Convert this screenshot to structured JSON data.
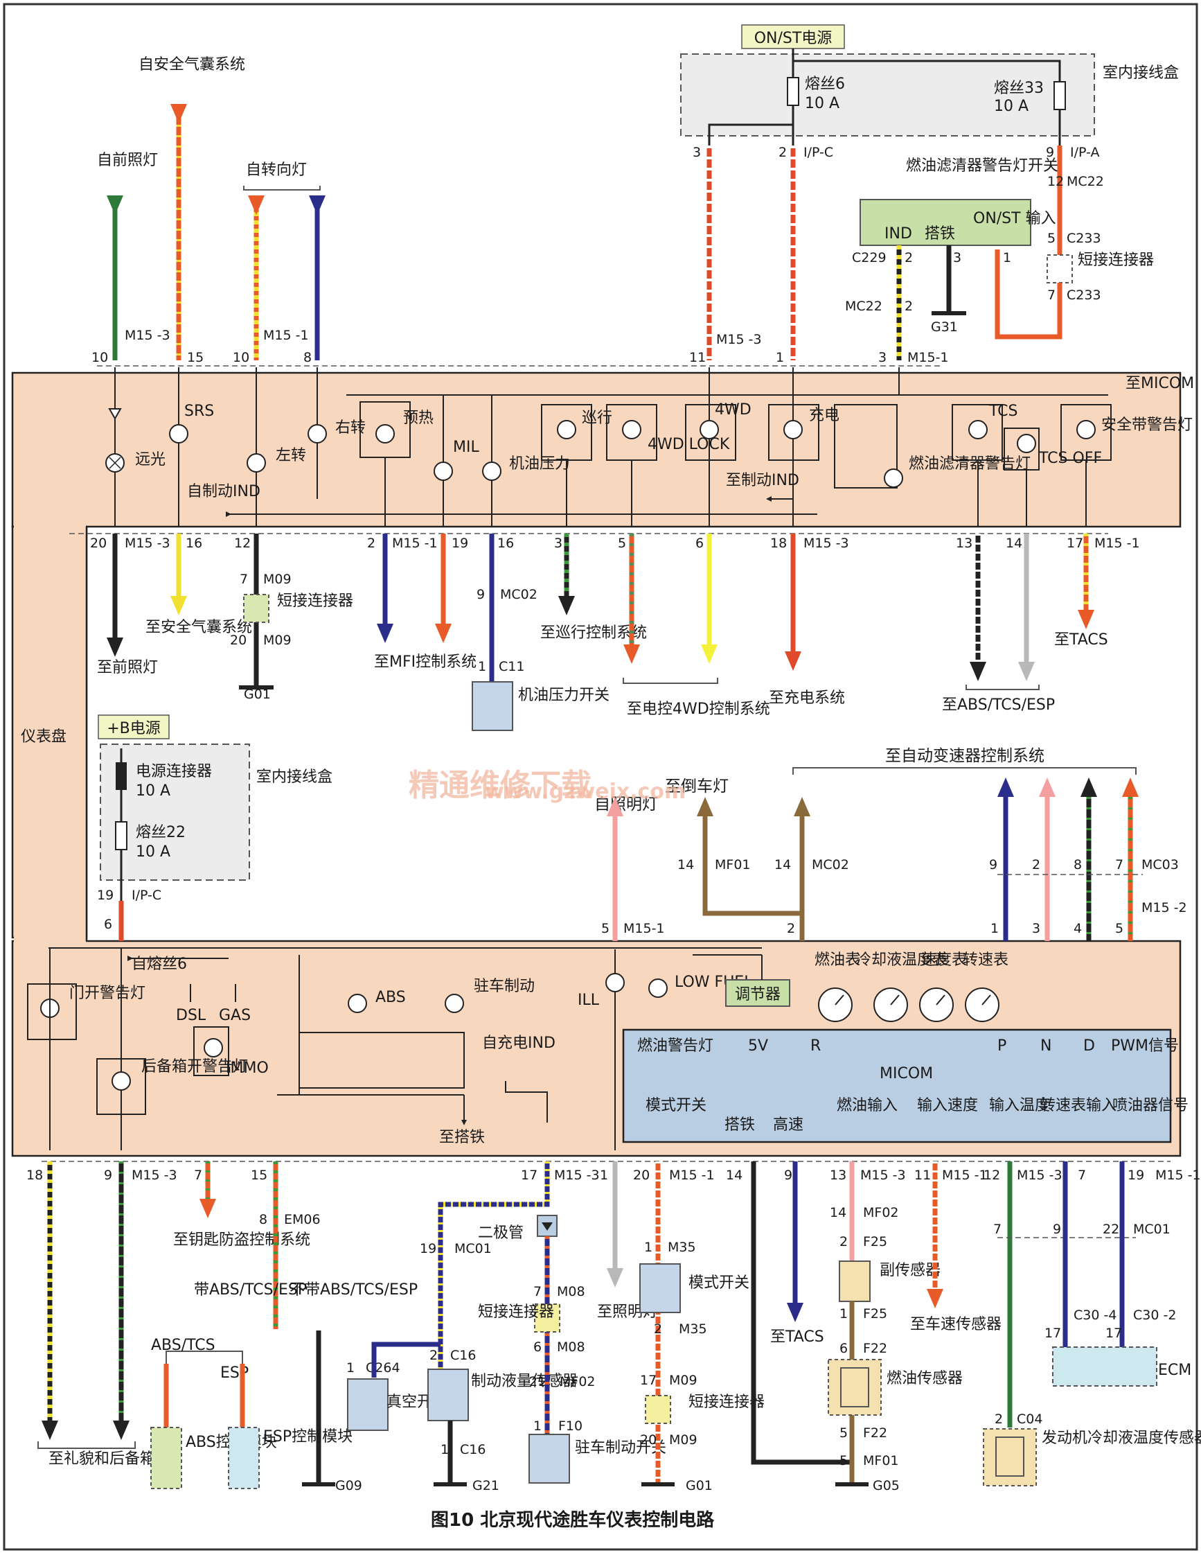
{
  "caption": "图10 北京现代途胜车仪表控制电路",
  "watermark": {
    "line1": "精通维修下载",
    "line2": "www.gzweix.com"
  },
  "colors": {
    "cluster_bg": "#f8d7bf",
    "box_bg": "#d8e4ee",
    "micom_bg": "#b9cde3",
    "label_bg": "#f2f6c4",
    "frame": "#222222"
  },
  "power": {
    "on_st": "ON/ST电源",
    "fuse6": "熔丝6",
    "fuse6_rating": "10 A",
    "fuse33": "熔丝33",
    "fuse33_rating": "10 A",
    "junction_box": "室内接线盒",
    "b_plus": "+B电源",
    "power_connector": "电源连接器",
    "power_connector_rating": "10 A",
    "fuse22": "熔丝22",
    "fuse22_rating": "10 A",
    "junction_box2": "室内接线盒"
  },
  "top": {
    "airbag_from": "自安全气囊系统",
    "headlamp_from": "自前照灯",
    "turn_from": "自转向灯",
    "fuel_filter_switch": "燃油滤清器警告灯开关",
    "switch_terms": {
      "ind": "IND",
      "gnd": "搭铁",
      "onst": "ON/ST 输入"
    },
    "short_connector": "短接连接器",
    "pins": {
      "ipc": "I/P-C",
      "ipa": "I/P-A",
      "mc22": "MC22",
      "c233": "C233",
      "c229": "C229",
      "g31": "G31",
      "m15_3": "M15 -3",
      "m15_1": "M15 -1",
      "m15_1b": "M15-1"
    }
  },
  "cluster_top": {
    "label_cluster": "仪表盘",
    "high_beam": "远光",
    "srs": "SRS",
    "left_turn": "左转",
    "right_turn": "右转",
    "preheat": "预热",
    "mil": "MIL",
    "oil_pressure": "机油压力",
    "cruise": "巡行",
    "lock_4wd": "4WD LOCK",
    "ind_4wd": "4WD",
    "charge": "充电",
    "fuel_filter_warn": "燃油滤清器警告灯",
    "tcs": "TCS",
    "tcs_off": "TCS OFF",
    "seat_belt": "安全带警告灯",
    "to_micom": "至MICOM",
    "auto_brake": "自制动IND",
    "to_brake": "至制动IND"
  },
  "below_top": {
    "to_headlamp": "至前照灯",
    "to_airbag": "至安全气囊系统",
    "short_connector": "短接连接器",
    "m09": "M09",
    "g01": "G01",
    "to_mfi": "至MFI控制系统",
    "mc02": "MC02",
    "c11": "C11",
    "oil_switch": "机油压力开关",
    "to_cruise": "至巡行控制系统",
    "to_4wd": "至电控4WD控制系统",
    "to_charge": "至充电系统",
    "to_abs": "至ABS/TCS/ESP",
    "to_tacs": "至TACS"
  },
  "middle": {
    "to_atc": "至自动变速器控制系统",
    "from_illum": "自照明灯",
    "to_reverse": "至倒车灯",
    "mf01": "MF01",
    "mc02": "MC02",
    "mc03": "MC03",
    "m15_2": "M15 -2",
    "m15_1": "M15-1",
    "ipc": "I/P-C"
  },
  "cluster_bottom": {
    "door_warn": "门开警告灯",
    "from_fuse6": "自熔丝6",
    "dsl": "DSL",
    "gas": "GAS",
    "immo": "IMMO",
    "trunk_warn": "后备箱开警告灯",
    "abs": "ABS",
    "parking_brake": "驻车制动",
    "from_charge": "自充电IND",
    "to_ground": "至搭铁",
    "ill": "ILL",
    "low_fuel": "LOW FUEL",
    "regulator": "调节器",
    "gauges": [
      "燃油表",
      "冷却液温度表",
      "速度表",
      "转速表"
    ],
    "micom": {
      "title": "MICOM",
      "fuel_warn": "燃油警告灯",
      "v5": "5V",
      "r": "R",
      "p": "P",
      "n": "N",
      "d": "D",
      "pwm": "PWM信号",
      "mode": "模式开关",
      "gnd": "搭铁",
      "high": "高速",
      "fuel_in": "燃油输入",
      "speed_in": "输入速度",
      "temp_in": "输入温度",
      "tach_in": "转速表输入",
      "injector": "喷油器信号"
    }
  },
  "bottom": {
    "to_courtesy": "至礼貌和后备箱灯",
    "to_immobilizer": "至钥匙防盗控制系统",
    "em06": "EM06",
    "with_abs": "带ABS/TCS/ESP",
    "without_abs": "不带ABS/TCS/ESP",
    "abs_tcs": "ABS/TCS",
    "esp": "ESP",
    "abs_module": "ABS控制模块",
    "esp_module": "ESP控制模块",
    "g09": "G09",
    "diode": "二极管",
    "mc01": "MC01",
    "vacuum_switch": "真空开关",
    "c264": "C264",
    "c16": "C16",
    "brake_fluid": "制动液量传感器",
    "g21": "G21",
    "short_connector": "短接连接器",
    "m08": "M08",
    "mf02": "MF02",
    "f10": "F10",
    "park_switch": "驻车制动开关",
    "to_illum": "至照明灯",
    "m35": "M35",
    "mode_switch": "模式开关",
    "m09": "M09",
    "g01": "G01",
    "to_tacs": "至TACS",
    "sub_sensor": "副传感器",
    "f25": "F25",
    "f22": "F22",
    "fuel_sensor": "燃油传感器",
    "mf01": "MF01",
    "g05": "G05",
    "to_speed": "至车速传感器",
    "c30_4": "C30 -4",
    "c30_2": "C30 -2",
    "ecm": "ECM",
    "c04": "C04",
    "coolant_sensor": "发动机冷却液温度传感器"
  }
}
